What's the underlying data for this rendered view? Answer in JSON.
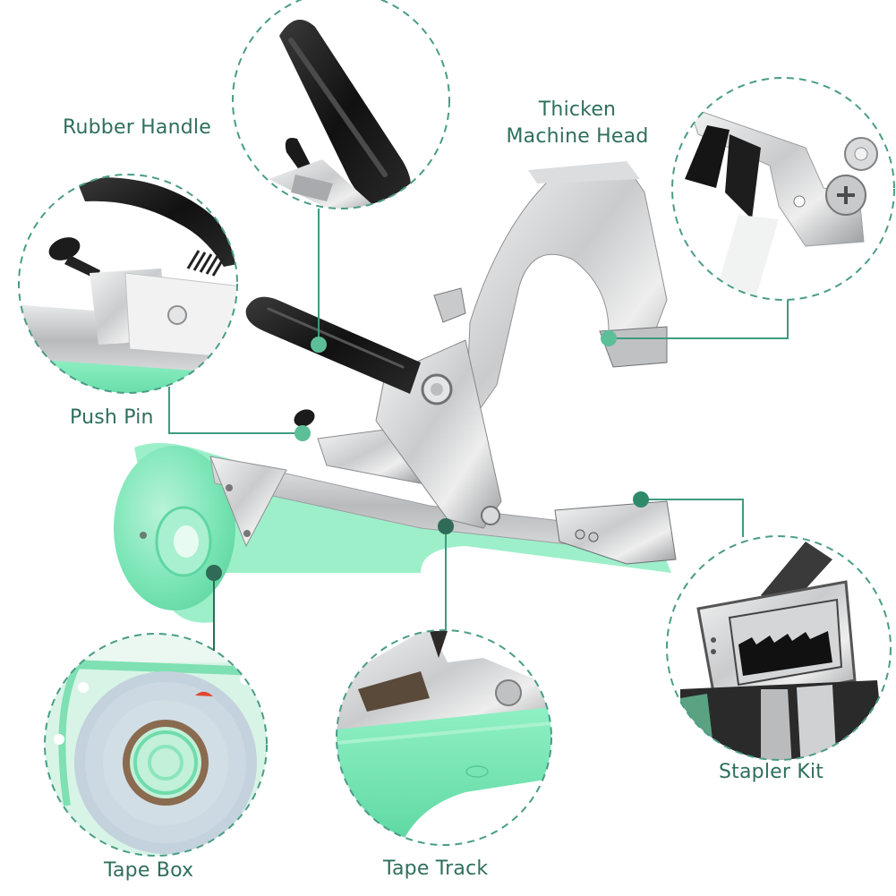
{
  "infographic": {
    "subject": "Plant tying tapener tool",
    "accent_color": "#5fbf9a",
    "line_color": "#3e9c80",
    "dot_color": "#5cbf98",
    "dark_dot_color": "#2f6b57",
    "text_color": "#2f6f5c",
    "tape_green": "#7ee6b8",
    "callouts": [
      {
        "id": "rubber-handle",
        "label": "Rubber Handle"
      },
      {
        "id": "thicken-machine-head",
        "label_line1": "Thicken",
        "label_line2": "Machine Head"
      },
      {
        "id": "push-pin",
        "label": "Push Pin"
      },
      {
        "id": "stapler-kit",
        "label": "Stapler Kit"
      },
      {
        "id": "tape-box",
        "label": "Tape Box"
      },
      {
        "id": "tape-track",
        "label": "Tape Track"
      }
    ]
  }
}
